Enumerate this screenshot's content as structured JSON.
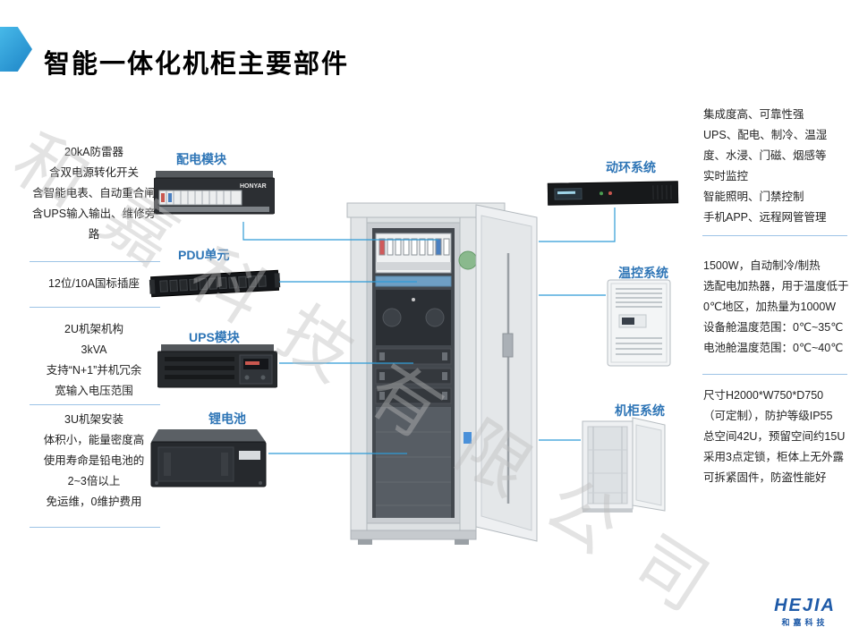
{
  "slide": {
    "title": "智能一体化机柜主要部件",
    "watermark": "和嘉科技有限公司",
    "logo": {
      "name": "HEJIA",
      "sub": "和嘉科技"
    }
  },
  "devices": {
    "power_module_brand": "HONYAR"
  },
  "left_sections": [
    {
      "label": "配电模块",
      "lines": [
        "20kA防雷器",
        "含双电源转化开关",
        "含智能电表、自动重合闸",
        "含UPS输入输出、维修旁路"
      ]
    },
    {
      "label": "PDU单元",
      "lines": [
        "12位/10A国标插座"
      ]
    },
    {
      "label": "UPS模块",
      "lines": [
        "2U机架机构",
        "3kVA",
        "支持“N+1”并机冗余",
        "宽输入电压范围"
      ]
    },
    {
      "label": "锂电池",
      "lines": [
        "3U机架安装",
        "体积小，能量密度高",
        "使用寿命是铅电池的",
        "2~3倍以上",
        "免运维，0维护费用"
      ]
    }
  ],
  "right_sections": [
    {
      "label": "动环系统",
      "lines": [
        "集成度高、可靠性强",
        "UPS、配电、制冷、温湿",
        "度、水浸、门磁、烟感等",
        "实时监控",
        "智能照明、门禁控制",
        "手机APP、远程网管管理"
      ]
    },
    {
      "label": "温控系统",
      "lines": [
        "1500W，自动制冷/制热",
        "选配电加热器，用于温度低于",
        "0℃地区，加热量为1000W",
        "设备舱温度范围：0℃~35℃",
        "电池舱温度范围：0℃~40℃"
      ]
    },
    {
      "label": "机柜系统",
      "lines": [
        "尺寸H2000*W750*D750",
        "（可定制），防护等级IP55",
        "总空间42U，预留空间约15U",
        "采用3点定锁，柜体上无外露",
        "可拆紧固件，防盗性能好"
      ]
    }
  ],
  "colors": {
    "accent": "#2E75B6",
    "connector": "#2E9BD6",
    "divider": "#9DC3E6",
    "chevron": "#2FA7DC",
    "logo": "#1E5AA8"
  }
}
